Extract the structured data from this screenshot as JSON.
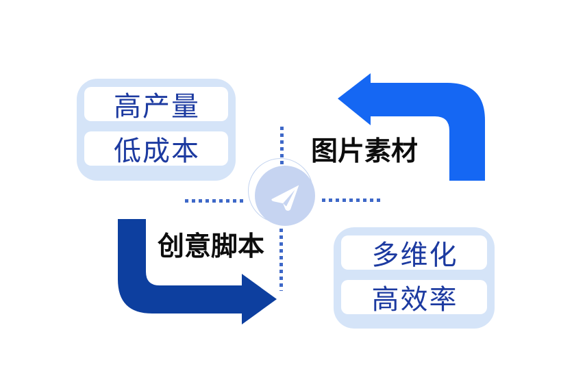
{
  "diagram": {
    "center": {
      "icon": "paper-plane"
    },
    "flow_labels": {
      "image_material": "图片素材",
      "creative_script": "创意脚本"
    },
    "panels": {
      "top_left": {
        "items": [
          "高产量",
          "低成本"
        ]
      },
      "bottom_right": {
        "items": [
          "多维化",
          "高效率"
        ]
      }
    }
  },
  "palette": {
    "bright_blue": "#1567f3",
    "navy_blue": "#0d3f9f",
    "panel_bg": "#d5e4f8",
    "pill_bg": "#ffffff",
    "pill_text": "#1c3aa0",
    "label_text": "#0d0d0d",
    "circle_fill": "#c6d4f1",
    "ring_stroke": "#c3d3ef",
    "dot_color": "#3e68c8",
    "background": "#ffffff"
  }
}
